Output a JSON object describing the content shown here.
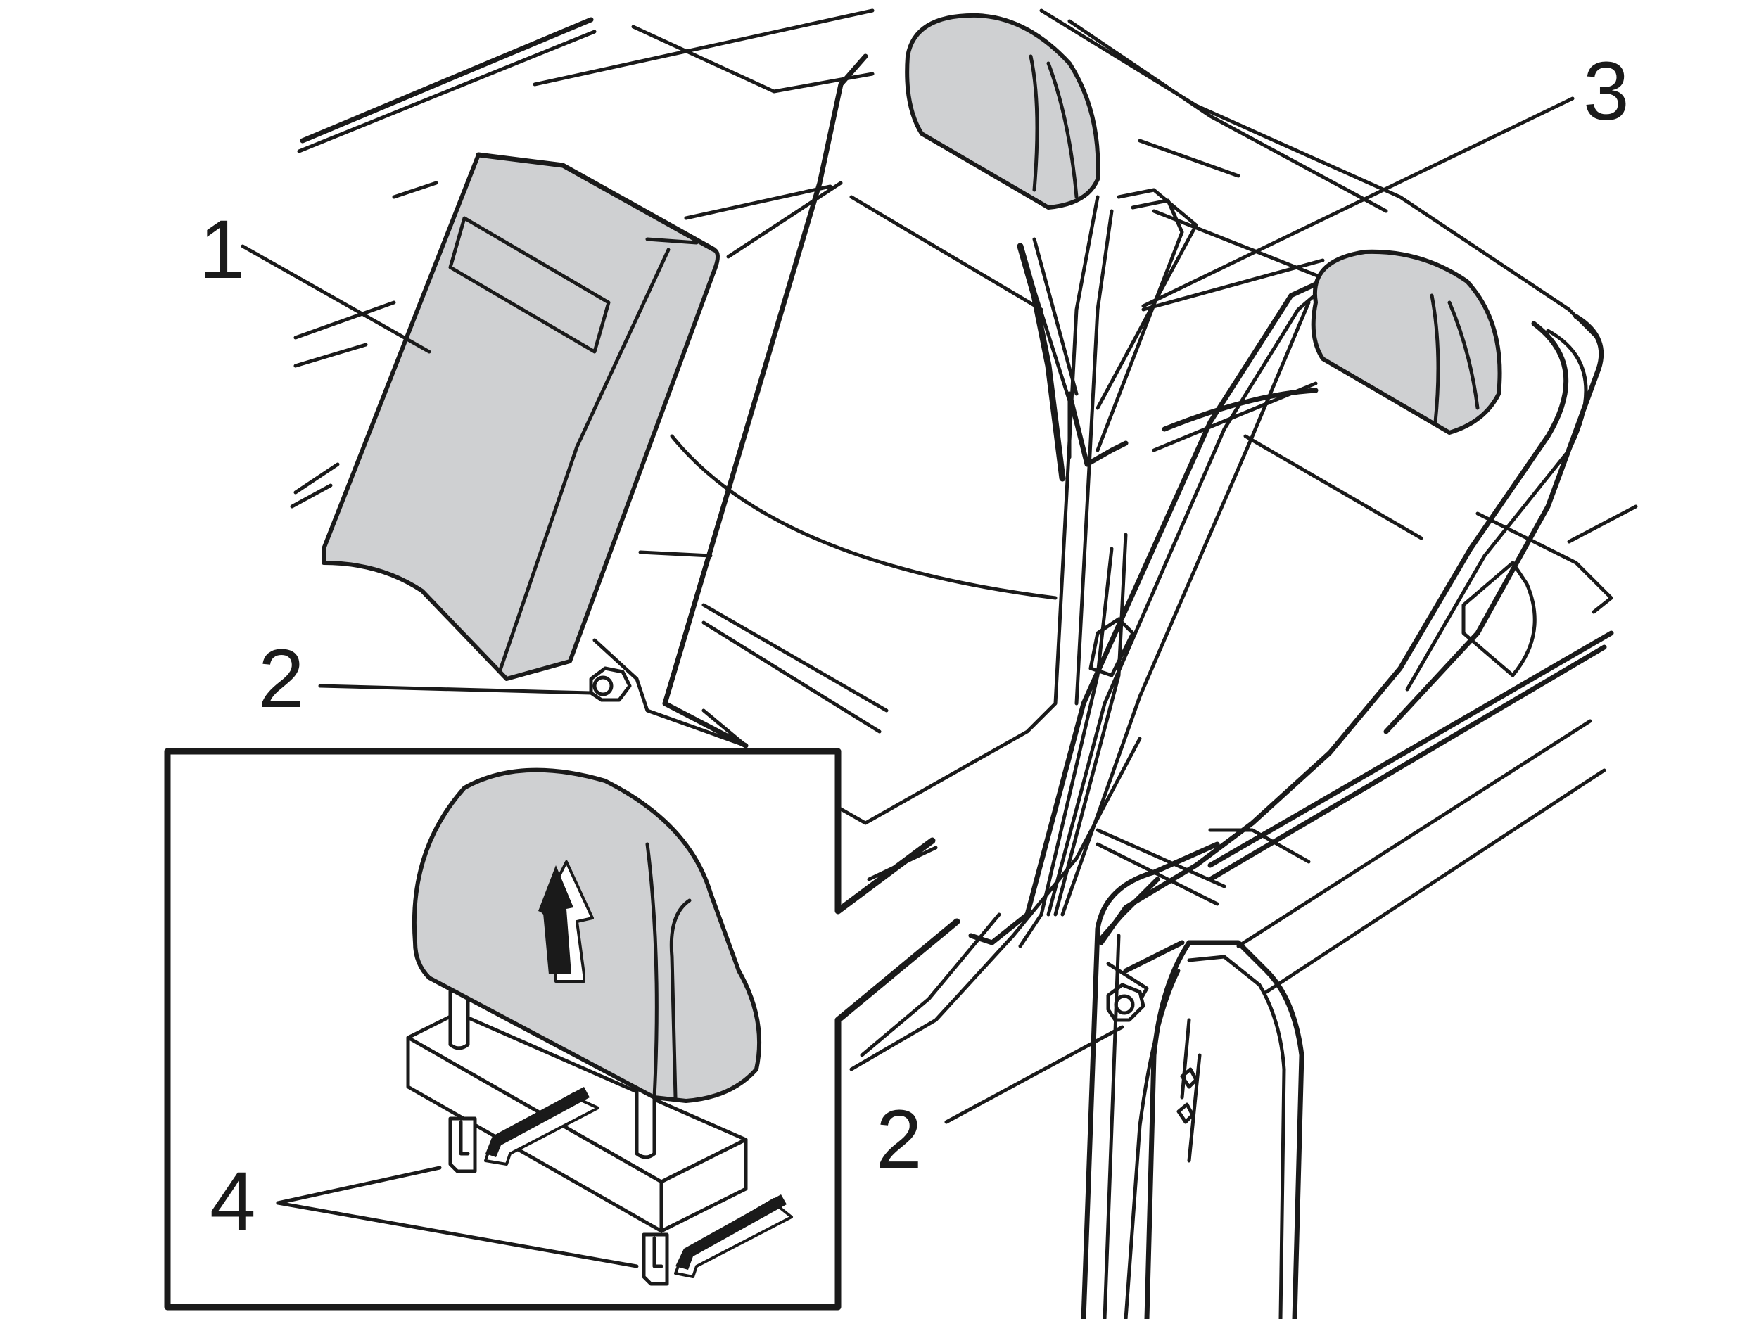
{
  "callouts": {
    "c1": "1",
    "c2a": "2",
    "c2b": "2",
    "c3": "3",
    "c4": "4"
  },
  "colors": {
    "line": "#1a1a1a",
    "part_fill": "#cfd0d2",
    "background": "#ffffff"
  }
}
